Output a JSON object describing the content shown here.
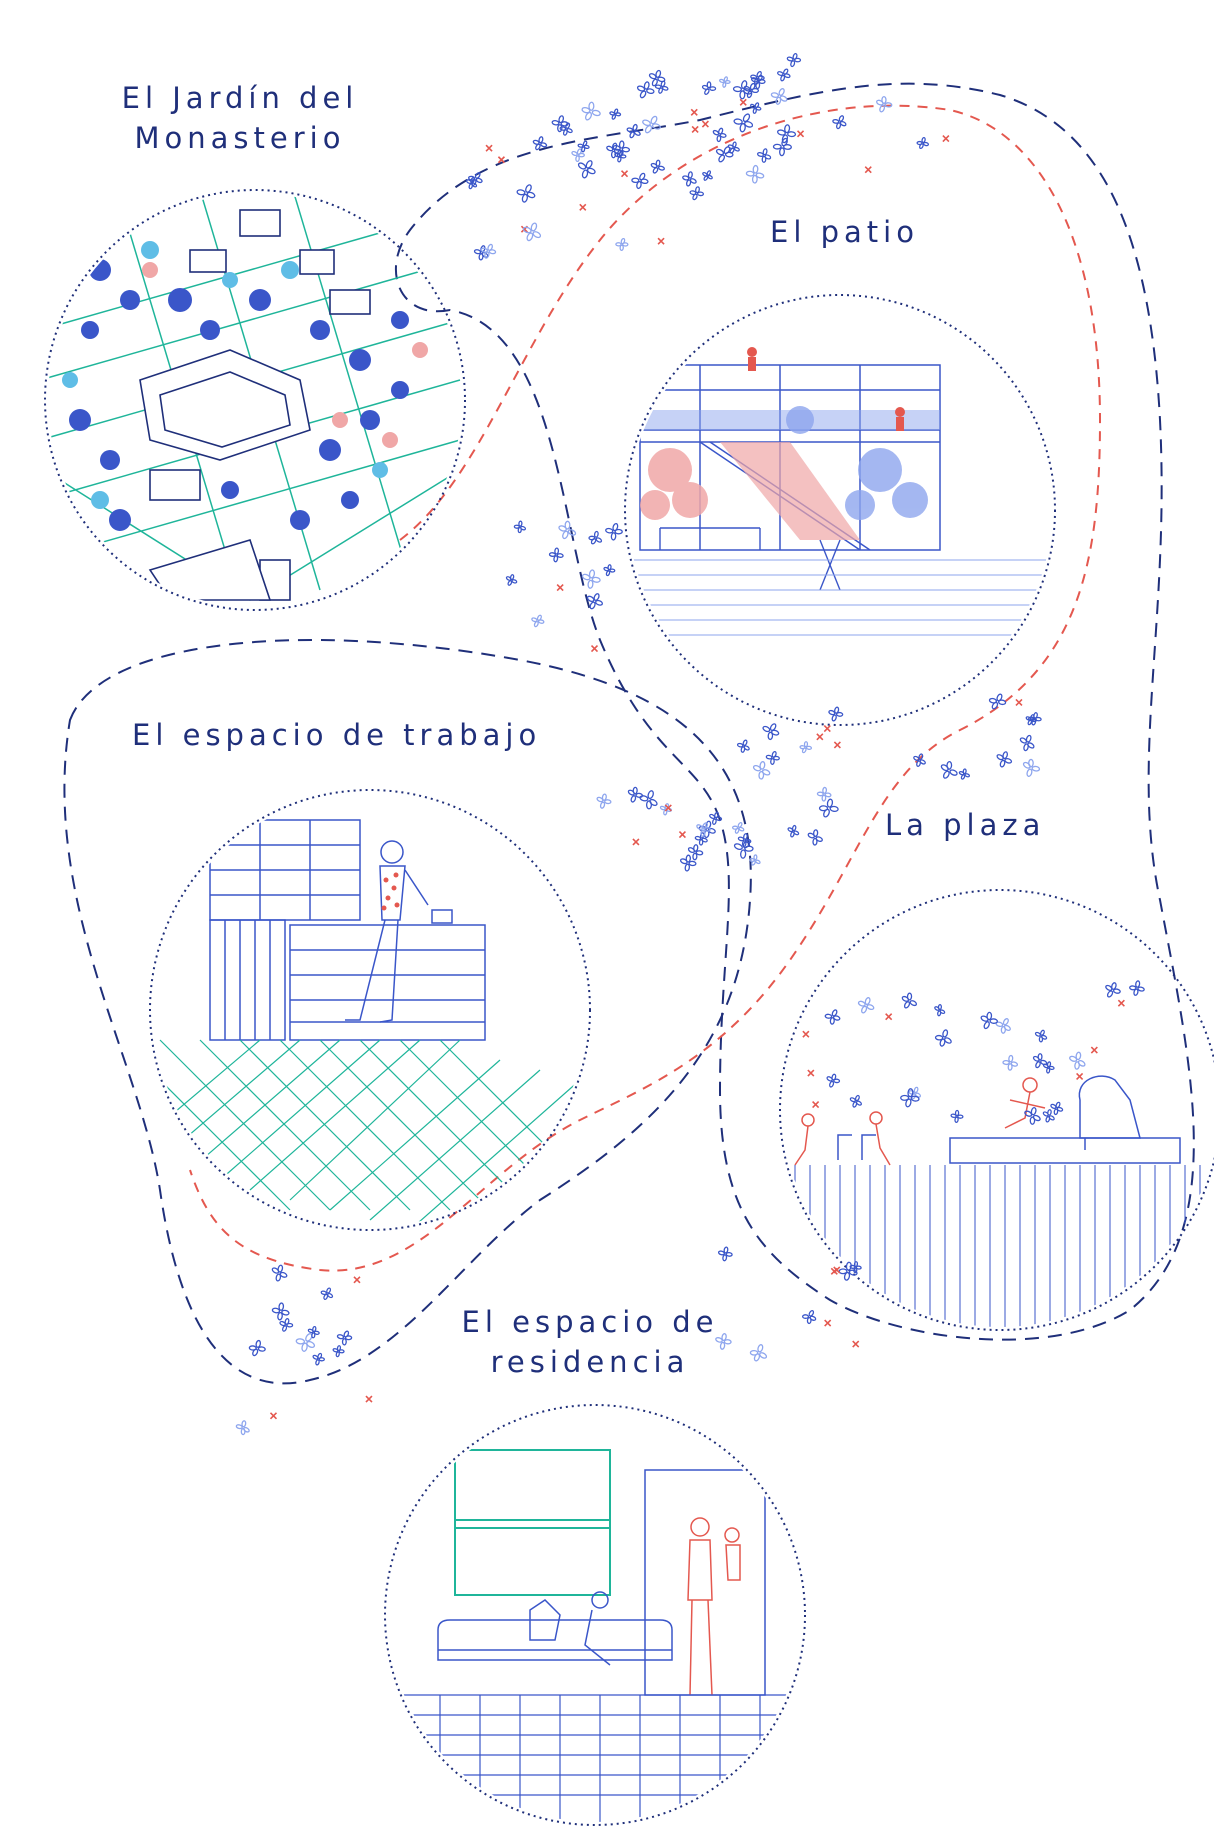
{
  "sections": [
    {
      "id": "jardin",
      "title_lines": [
        "El Jardín del",
        "Monasterio"
      ]
    },
    {
      "id": "patio",
      "title_lines": [
        "El patio"
      ]
    },
    {
      "id": "trabajo",
      "title_lines": [
        "El espacio de trabajo"
      ]
    },
    {
      "id": "plaza",
      "title_lines": [
        "La plaza"
      ]
    },
    {
      "id": "residencia",
      "title_lines": [
        "El espacio de",
        "residencia"
      ]
    }
  ],
  "colors": {
    "navy": "#1f2f7a",
    "blue": "#3a56c9",
    "light_blue": "#8ea6ee",
    "coral": "#e4584f",
    "pink": "#f0a7a7",
    "teal": "#1fb59a"
  },
  "icons": [
    "flower-icon",
    "cross-mark-icon",
    "seed-icon"
  ]
}
